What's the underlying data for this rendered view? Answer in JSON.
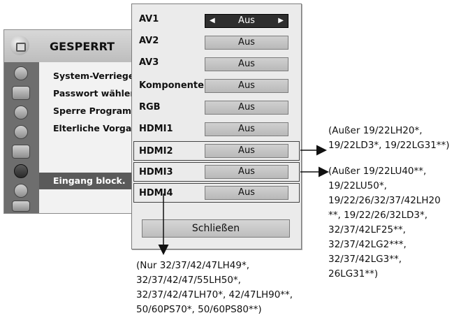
{
  "background_menu": {
    "title": "GESPERRT",
    "items": [
      {
        "label": "System-Verriegelu"
      },
      {
        "label": "Passwort wählen"
      },
      {
        "label": "Sperre Programm"
      },
      {
        "label": "Elterliche Vorgabe"
      }
    ],
    "active_item": "Eingang block."
  },
  "popup": {
    "rows": [
      {
        "label": "AV1",
        "value": "Aus"
      },
      {
        "label": "AV2",
        "value": "Aus"
      },
      {
        "label": "AV3",
        "value": "Aus"
      },
      {
        "label": "Komponente",
        "value": "Aus"
      },
      {
        "label": "RGB",
        "value": "Aus"
      },
      {
        "label": "HDMI1",
        "value": "Aus"
      },
      {
        "label": "HDMI2",
        "value": "Aus"
      },
      {
        "label": "HDMI3",
        "value": "Aus"
      },
      {
        "label": "HDMI4",
        "value": "Aus"
      }
    ],
    "close_label": "Schließen"
  },
  "annotations": {
    "hdmi2": [
      "(Außer 19/22LH20*,",
      "19/22LD3*, 19/22LG31**)"
    ],
    "hdmi3": [
      "(Außer 19/22LU40**,",
      "19/22LU50*,",
      "19/22/26/32/37/42LH20",
      "**, 19/22/26/32LD3*,",
      "32/37/42LF25**,",
      "32/37/42LG2***,",
      "32/37/42LG3**,",
      "26LG31**)"
    ],
    "hdmi4": [
      "(Nur 32/37/42/47LH49*,",
      "32/37/42/47/55LH50*,",
      "32/37/42/47LH70*, 42/47LH90**,",
      "50/60PS70*, 50/60PS80**)"
    ]
  }
}
